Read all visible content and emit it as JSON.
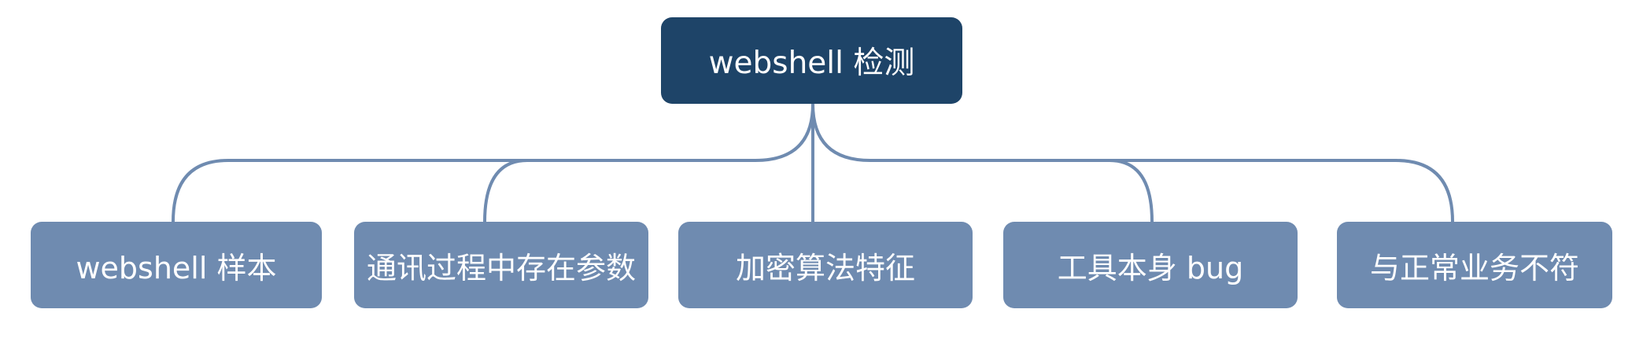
{
  "diagram": {
    "root": {
      "label": "webshell 检测"
    },
    "children": [
      {
        "label": "webshell 样本"
      },
      {
        "label": "通讯过程中存在参数"
      },
      {
        "label": "加密算法特征"
      },
      {
        "label": "工具本身 bug"
      },
      {
        "label": "与正常业务不符"
      }
    ],
    "colors": {
      "root_fill": "#1e4468",
      "child_fill": "#6f8bb0",
      "connector": "#6f8bb0",
      "text": "#ffffff"
    }
  }
}
